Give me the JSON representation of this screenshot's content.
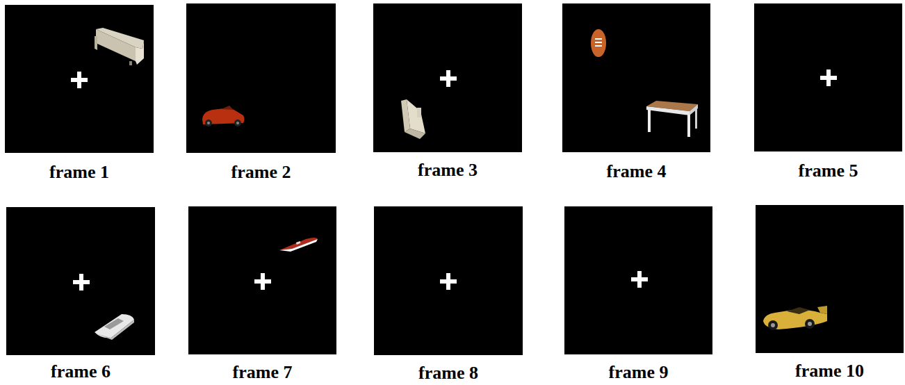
{
  "diagram": {
    "nodes": [
      {
        "text": [
          "frame 1"
        ]
      },
      {
        "text": [
          "frame 2"
        ]
      },
      {
        "text": [
          "frame 3"
        ]
      },
      {
        "text": [
          "frame 4"
        ]
      },
      {
        "text": [
          "frame 5"
        ]
      },
      {
        "text": [
          "frame 6"
        ]
      },
      {
        "text": [
          "frame 7"
        ]
      },
      {
        "text": [
          "frame 8"
        ]
      },
      {
        "text": [
          "frame 9"
        ]
      },
      {
        "text": [
          "frame 10"
        ]
      }
    ]
  }
}
